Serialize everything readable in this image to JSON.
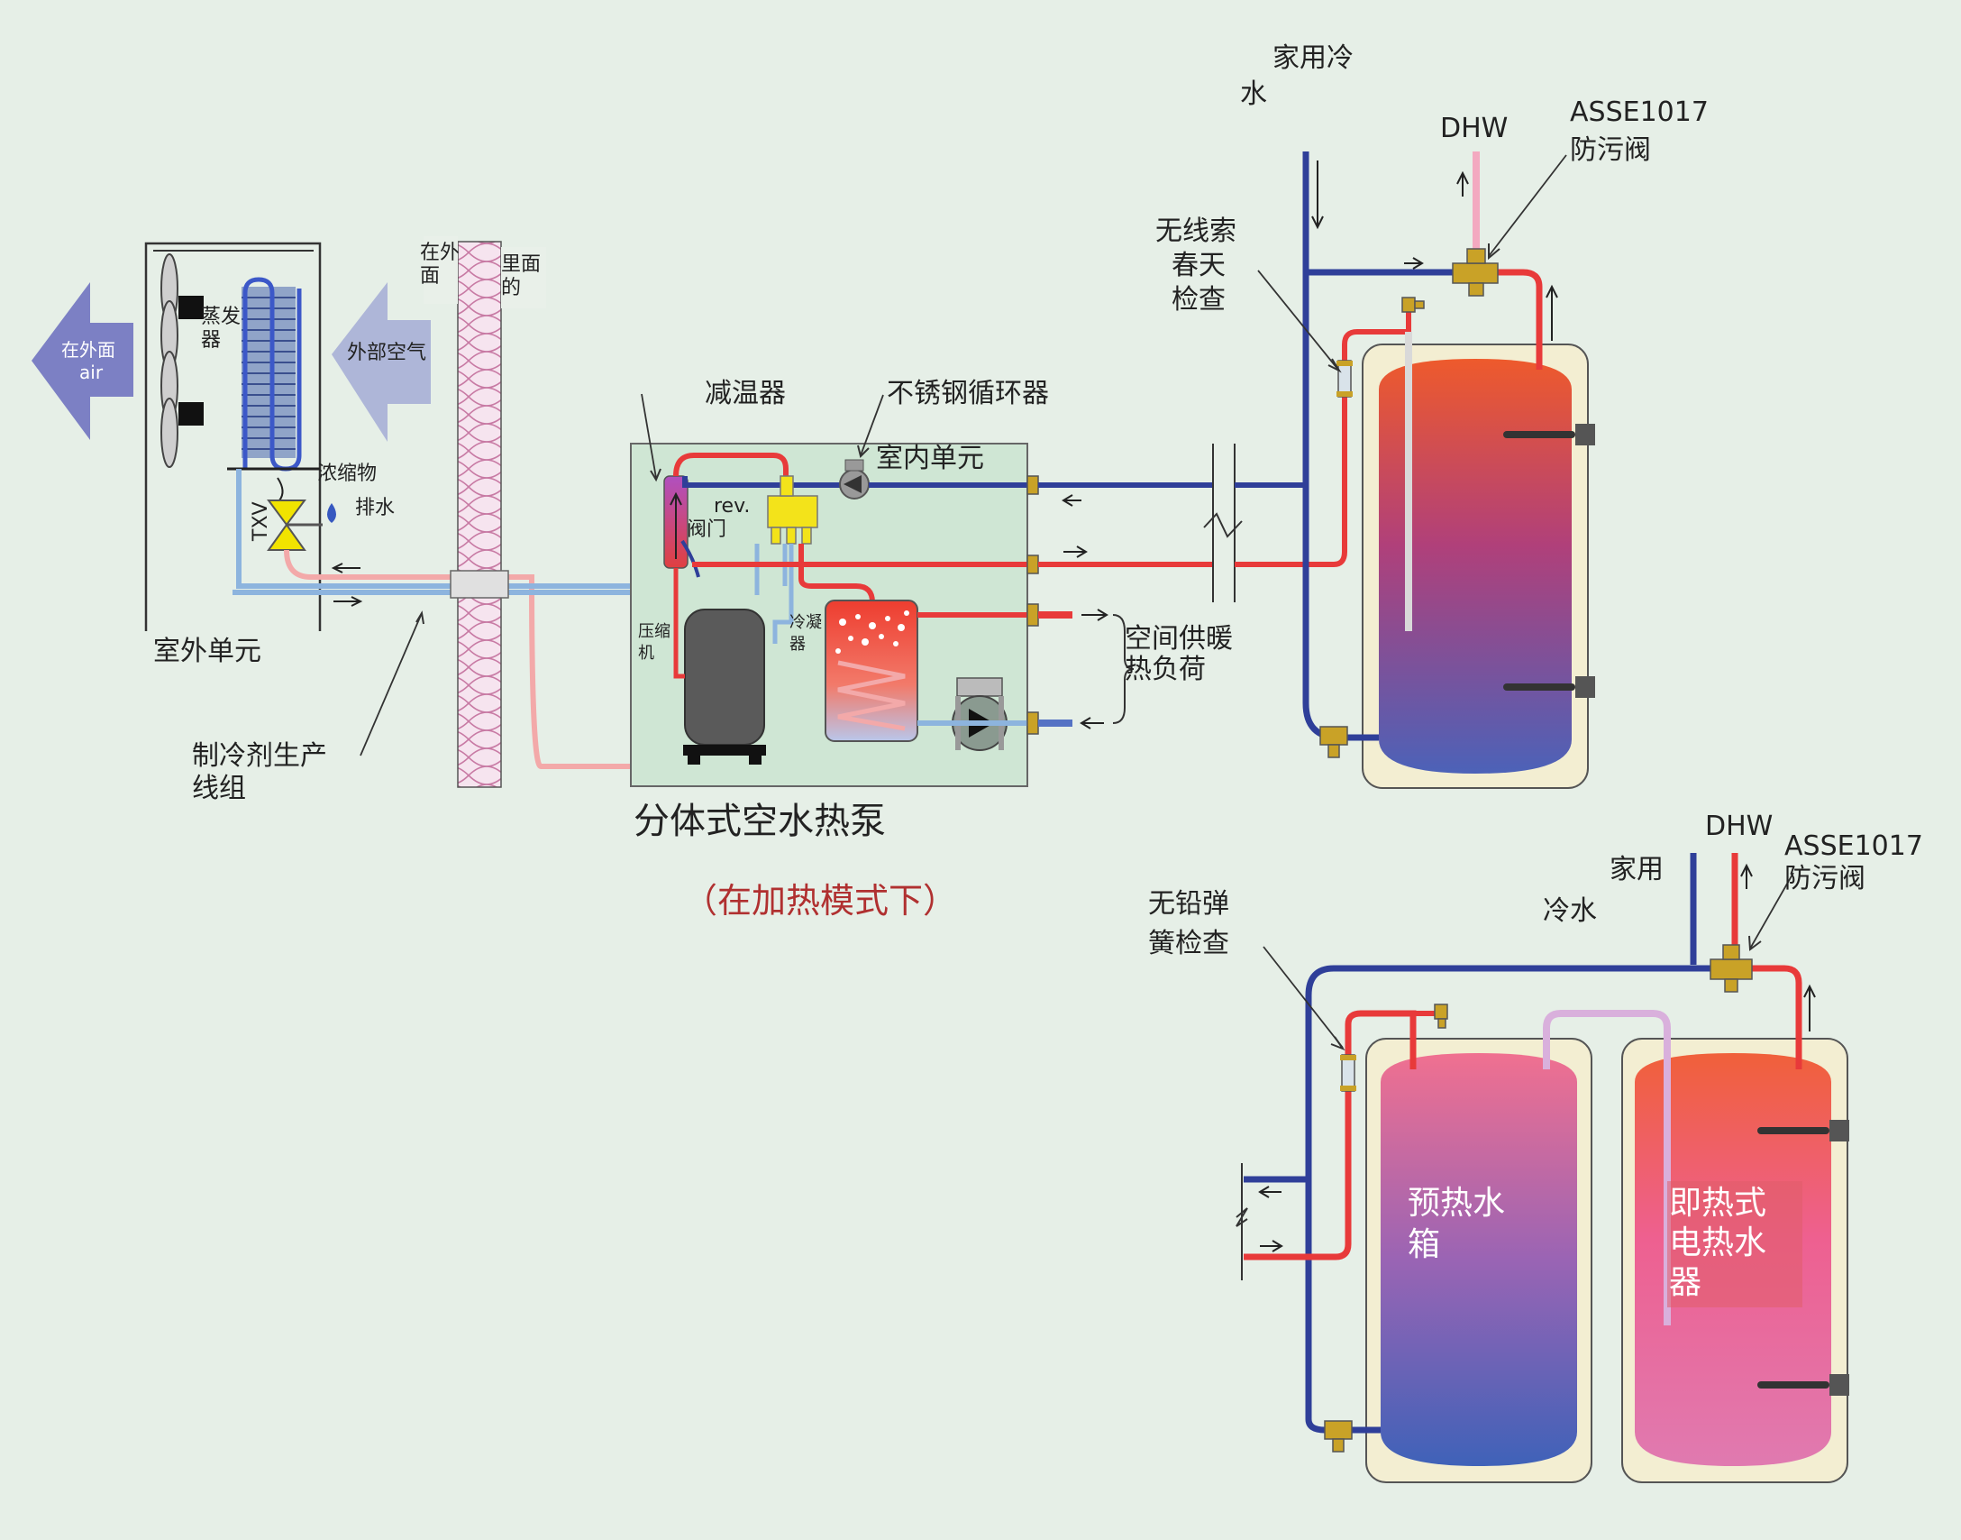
{
  "diagram": {
    "labels": {
      "outside_air_arrow": "在外面",
      "outside_air_arrow_2": "air",
      "outdoor_air_in": "外部空气",
      "evaporator_1": "蒸发",
      "evaporator_2": "器",
      "outside": "在外",
      "outside_2": "面",
      "inside": "里面",
      "inside_2": "的",
      "condensate": "浓缩物",
      "drain": "排水",
      "txv": "TXV",
      "outdoor_unit": "室外单元",
      "refrigerant_lineset_1": "制冷剂生产",
      "refrigerant_lineset_2": "线组",
      "desuperheater": "减温器",
      "ss_circulator": "不锈钢循环器",
      "indoor_unit": "室内单元",
      "rev_valve_1": "rev.",
      "rev_valve_2": "阀门",
      "compressor_1": "压缩",
      "compressor_2": "机",
      "condenser_1": "冷凝",
      "condenser_2": "器",
      "space_heating_1": "空间供暖",
      "space_heating_2": "热负荷",
      "system_title": "分体式空水热泵",
      "mode_note": "（在加热模式下）",
      "domestic_cold_1": "家用冷",
      "domestic_cold_2": "水",
      "dhw_top": "DHW",
      "asse_top_1": "ASSE1017",
      "asse_top_2": "防污阀",
      "check_top_1": "无线索",
      "check_top_2": "春天",
      "check_top_3": "检查",
      "dhw_bottom": "DHW",
      "domestic_cold_bottom_1": "家用",
      "domestic_cold_bottom_2": "冷水",
      "asse_bottom_1": "ASSE1017",
      "asse_bottom_2": "防污阀",
      "check_bottom_1": "无铅弹",
      "check_bottom_2": "簧检查",
      "preheat_tank_1": "预热水",
      "preheat_tank_2": "箱",
      "electric_heater_1": "即热式",
      "electric_heater_2": "电热水",
      "electric_heater_3": "器"
    },
    "colors": {
      "background": "#e6efe7",
      "hot_pipe": "#e83a3a",
      "cold_pipe": "#2f3f99",
      "light_hot_pipe": "#f3a9a9",
      "light_cold_pipe": "#8db4de",
      "indoor_unit_box": "#cfe6d4",
      "tank_shell": "#f3eed2",
      "valve_brass": "#c9a227"
    }
  }
}
